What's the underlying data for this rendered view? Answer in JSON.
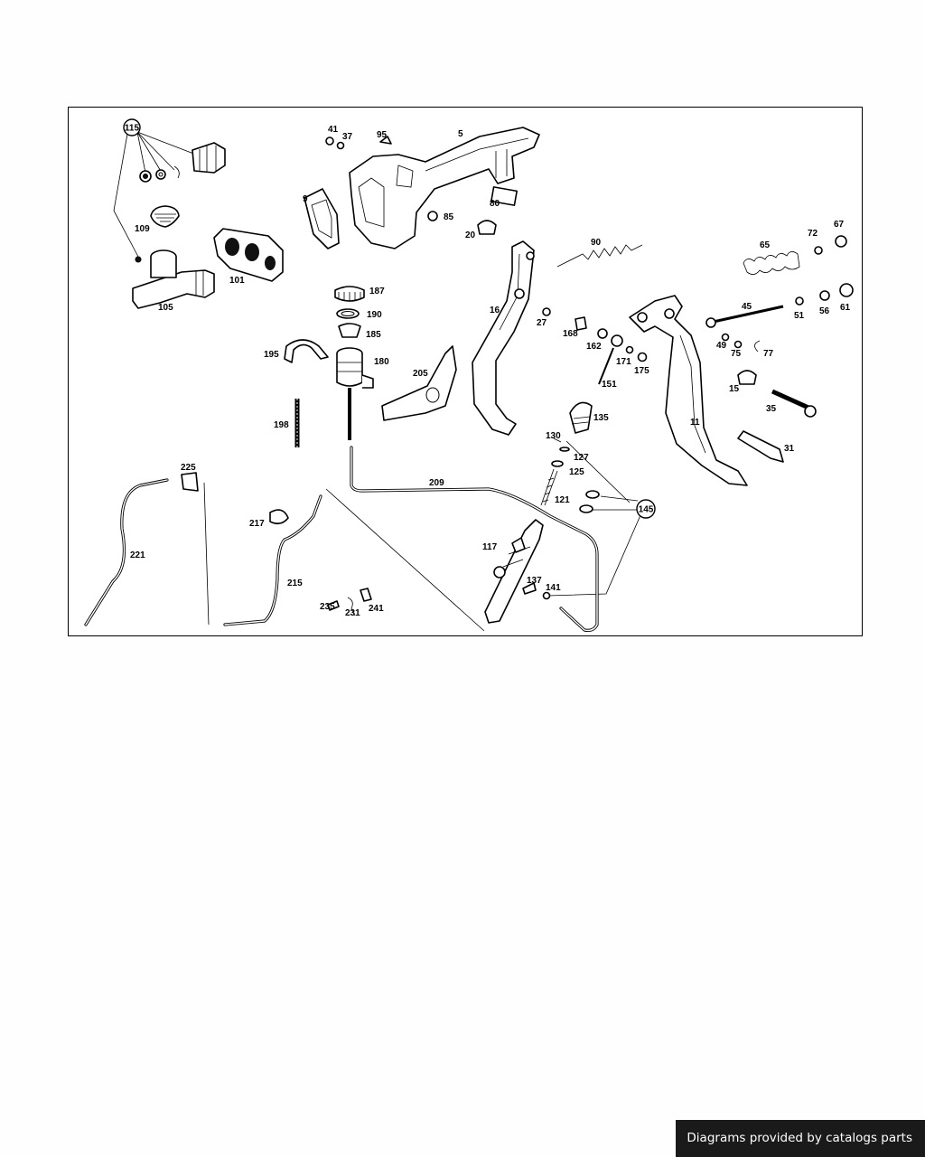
{
  "footer": {
    "credit_text": "Diagrams provided by catalogs parts"
  },
  "diagram": {
    "part_numbers": {
      "p5": "5",
      "p9": "9",
      "p11": "11",
      "p15": "15",
      "p16": "16",
      "p20": "20",
      "p27": "27",
      "p31": "31",
      "p35": "35",
      "p37": "37",
      "p41": "41",
      "p45": "45",
      "p49": "49",
      "p51": "51",
      "p56": "56",
      "p61": "61",
      "p65": "65",
      "p67": "67",
      "p72": "72",
      "p75": "75",
      "p77": "77",
      "p80": "80",
      "p85": "85",
      "p90": "90",
      "p95": "95",
      "p101": "101",
      "p105": "105",
      "p109": "109",
      "p115": "115",
      "p117": "117",
      "p121": "121",
      "p125": "125",
      "p127": "127",
      "p130": "130",
      "p135": "135",
      "p137": "137",
      "p141": "141",
      "p145": "145",
      "p151": "151",
      "p162": "162",
      "p168": "168",
      "p171": "171",
      "p175": "175",
      "p180": "180",
      "p185": "185",
      "p187": "187",
      "p190": "190",
      "p195": "195",
      "p198": "198",
      "p205": "205",
      "p209": "209",
      "p215": "215",
      "p217": "217",
      "p221": "221",
      "p225": "225",
      "p231": "231",
      "p235": "235",
      "p241": "241"
    }
  }
}
